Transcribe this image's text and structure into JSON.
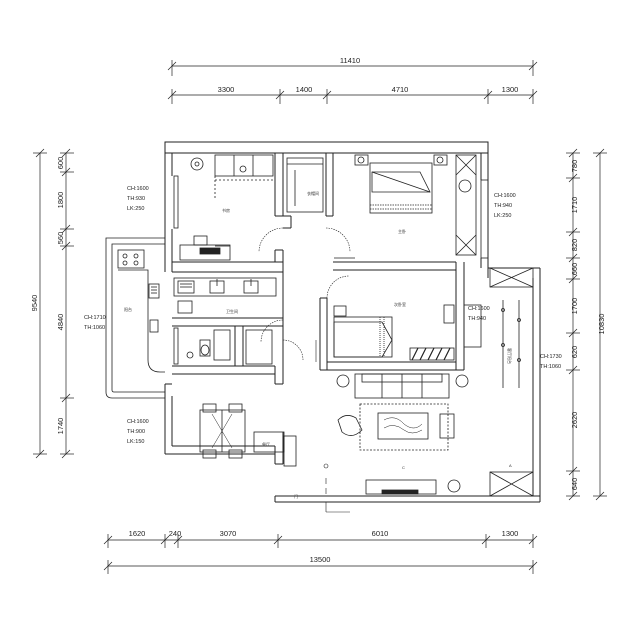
{
  "dimensions": {
    "top_overall": "11410",
    "top_segments": [
      "3300",
      "1400",
      "4710",
      "1300"
    ],
    "bottom_segments": [
      "1620",
      "240",
      "3070",
      "6010",
      "1300"
    ],
    "bottom_overall": "13500",
    "left_overall": "9540",
    "left_segments": [
      "600",
      "1800",
      "560",
      "4840",
      "1740"
    ],
    "right_overall": "10830",
    "right_segments": [
      "780",
      "1710",
      "820",
      "660",
      "1700",
      "620",
      "2620",
      "640"
    ]
  },
  "annotations": {
    "kitchen_ceiling": [
      "CH:1600",
      "TH:930",
      "LK:250"
    ],
    "balcony_left": [
      "CH:1710",
      "TH:1060"
    ],
    "dining_window": [
      "CH:1600",
      "TH:900",
      "LK:150"
    ],
    "bedroom_window": [
      "CH:1600",
      "TH:940",
      "LK:250"
    ],
    "study_window": [
      "CH:1600",
      "TH:940"
    ],
    "living_window": [
      "CH:1730",
      "TH:1060"
    ]
  },
  "rooms": {
    "kitchen": "书房",
    "storage": "衣帽间",
    "master_bedroom": "主卧",
    "bathroom": "卫生间",
    "second_bedroom": "次卧室",
    "balcony": "阳台",
    "living": "客厅阳台",
    "dining": "餐厅"
  },
  "marks": {
    "entry_a": "A",
    "entry_c": "C",
    "door_mark": "门"
  }
}
